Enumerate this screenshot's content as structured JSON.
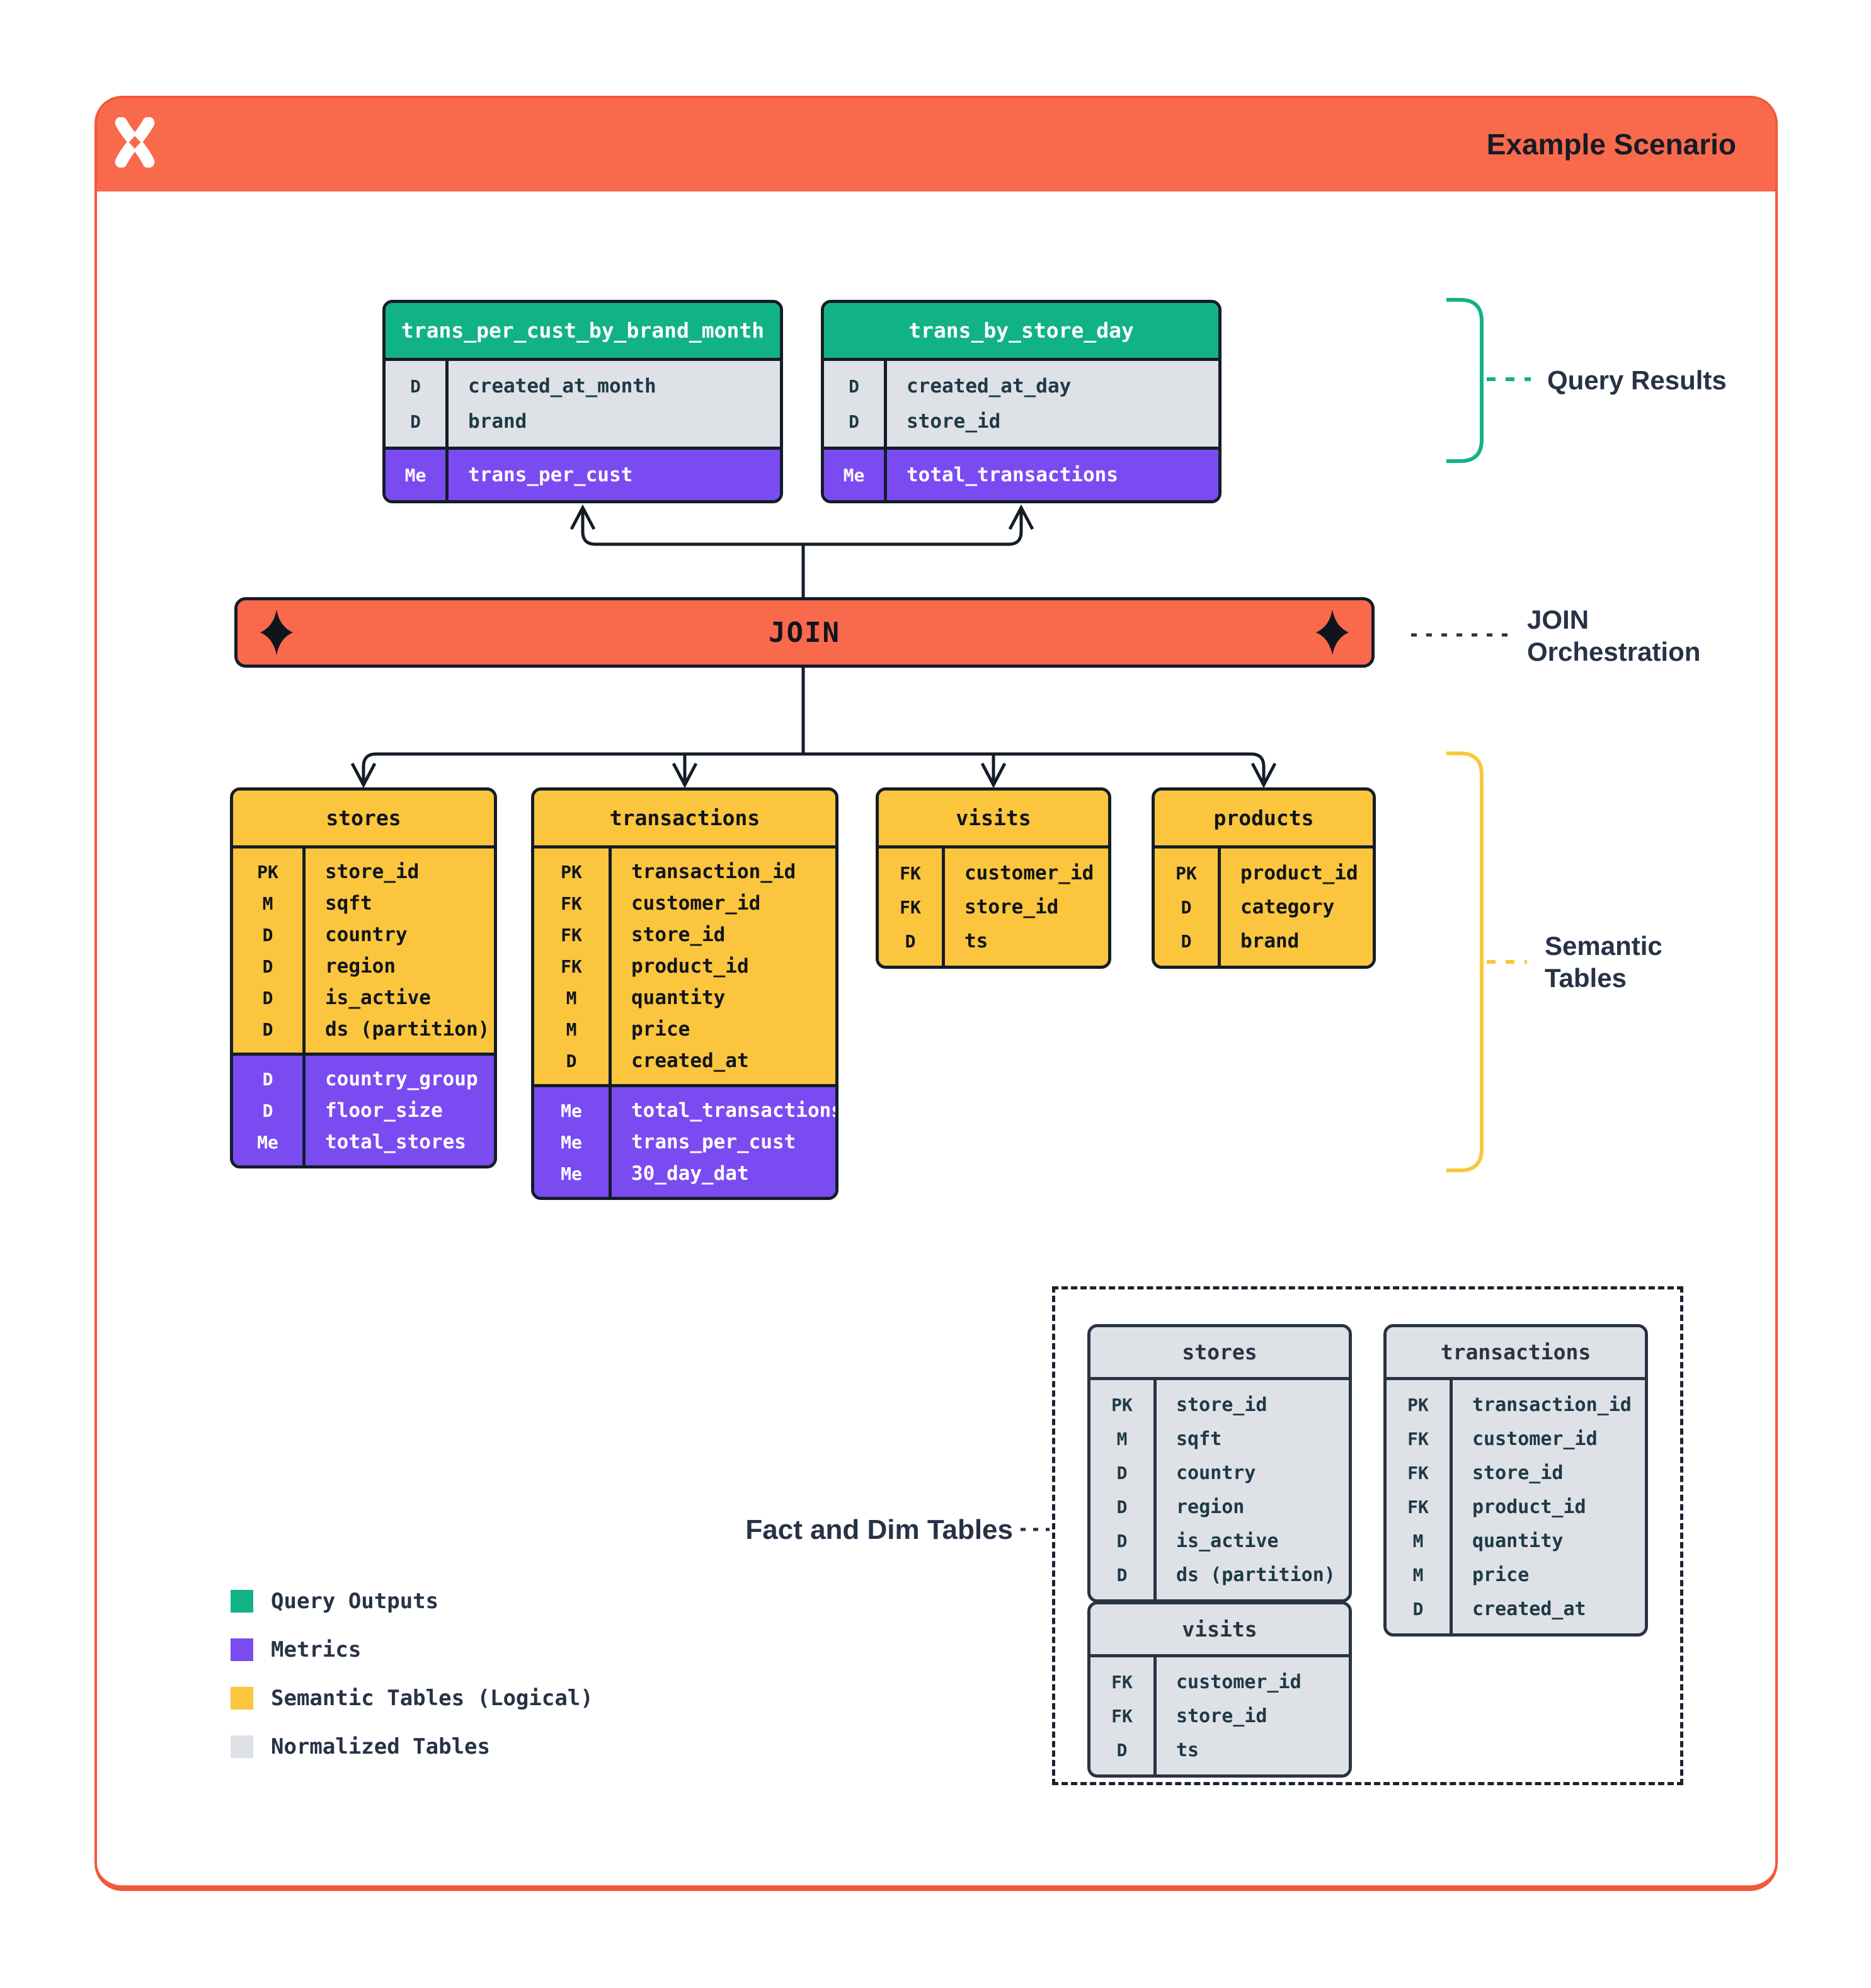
{
  "header": {
    "title": "Example Scenario",
    "logo": "dremio-x-logo"
  },
  "annotations": {
    "query_results": "Query Results",
    "join_orchestration": "JOIN Orchestration",
    "semantic_tables": "Semantic Tables",
    "fact_dim": "Fact and Dim Tables"
  },
  "join": {
    "label": "JOIN"
  },
  "query_results_tables": [
    {
      "name": "trans_per_cust_by_brand_month",
      "fields": [
        {
          "k": "D",
          "f": "created_at_month"
        },
        {
          "k": "D",
          "f": "brand"
        }
      ],
      "metrics": [
        {
          "k": "Me",
          "f": "trans_per_cust"
        }
      ]
    },
    {
      "name": "trans_by_store_day",
      "fields": [
        {
          "k": "D",
          "f": "created_at_day"
        },
        {
          "k": "D",
          "f": "store_id"
        }
      ],
      "metrics": [
        {
          "k": "Me",
          "f": "total_transactions"
        }
      ]
    }
  ],
  "semantic_tables": [
    {
      "name": "stores",
      "fields": [
        {
          "k": "PK",
          "f": "store_id"
        },
        {
          "k": "M",
          "f": "sqft"
        },
        {
          "k": "D",
          "f": "country"
        },
        {
          "k": "D",
          "f": "region"
        },
        {
          "k": "D",
          "f": "is_active"
        },
        {
          "k": "D",
          "f": "ds (partition)"
        }
      ],
      "metrics": [
        {
          "k": "D",
          "f": "country_group"
        },
        {
          "k": "D",
          "f": "floor_size"
        },
        {
          "k": "Me",
          "f": "total_stores"
        }
      ]
    },
    {
      "name": "transactions",
      "fields": [
        {
          "k": "PK",
          "f": "transaction_id"
        },
        {
          "k": "FK",
          "f": "customer_id"
        },
        {
          "k": "FK",
          "f": "store_id"
        },
        {
          "k": "FK",
          "f": "product_id"
        },
        {
          "k": "M",
          "f": "quantity"
        },
        {
          "k": "M",
          "f": "price"
        },
        {
          "k": "D",
          "f": "created_at"
        }
      ],
      "metrics": [
        {
          "k": "Me",
          "f": "total_transactions"
        },
        {
          "k": "Me",
          "f": "trans_per_cust"
        },
        {
          "k": "Me",
          "f": "30_day_dat"
        }
      ]
    },
    {
      "name": "visits",
      "fields": [
        {
          "k": "FK",
          "f": "customer_id"
        },
        {
          "k": "FK",
          "f": "store_id"
        },
        {
          "k": "D",
          "f": "ts"
        }
      ],
      "metrics": []
    },
    {
      "name": "products",
      "fields": [
        {
          "k": "PK",
          "f": "product_id"
        },
        {
          "k": "D",
          "f": "category"
        },
        {
          "k": "D",
          "f": "brand"
        }
      ],
      "metrics": []
    }
  ],
  "normalized_tables": [
    {
      "name": "stores",
      "fields": [
        {
          "k": "PK",
          "f": "store_id"
        },
        {
          "k": "M",
          "f": "sqft"
        },
        {
          "k": "D",
          "f": "country"
        },
        {
          "k": "D",
          "f": "region"
        },
        {
          "k": "D",
          "f": "is_active"
        },
        {
          "k": "D",
          "f": "ds (partition)"
        }
      ]
    },
    {
      "name": "transactions",
      "fields": [
        {
          "k": "PK",
          "f": "transaction_id"
        },
        {
          "k": "FK",
          "f": "customer_id"
        },
        {
          "k": "FK",
          "f": "store_id"
        },
        {
          "k": "FK",
          "f": "product_id"
        },
        {
          "k": "M",
          "f": "quantity"
        },
        {
          "k": "M",
          "f": "price"
        },
        {
          "k": "D",
          "f": "created_at"
        }
      ]
    },
    {
      "name": "visits",
      "fields": [
        {
          "k": "FK",
          "f": "customer_id"
        },
        {
          "k": "FK",
          "f": "store_id"
        },
        {
          "k": "D",
          "f": "ts"
        }
      ]
    }
  ],
  "legend": [
    {
      "label": "Query Outputs",
      "color": "#12B287"
    },
    {
      "label": "Metrics",
      "color": "#7B4BF2"
    },
    {
      "label": "Semantic Tables (Logical)",
      "color": "#FBC63D"
    },
    {
      "label": "Normalized Tables",
      "color": "#DEE2E7"
    }
  ],
  "colors": {
    "orange": "#F9694C",
    "card_border": "#F4573A",
    "green": "#12B287",
    "purple": "#7B4BF2",
    "yellow": "#FBC63D",
    "gray": "#DEE2E7",
    "ink": "#141C28",
    "label_navy": "#273246"
  }
}
